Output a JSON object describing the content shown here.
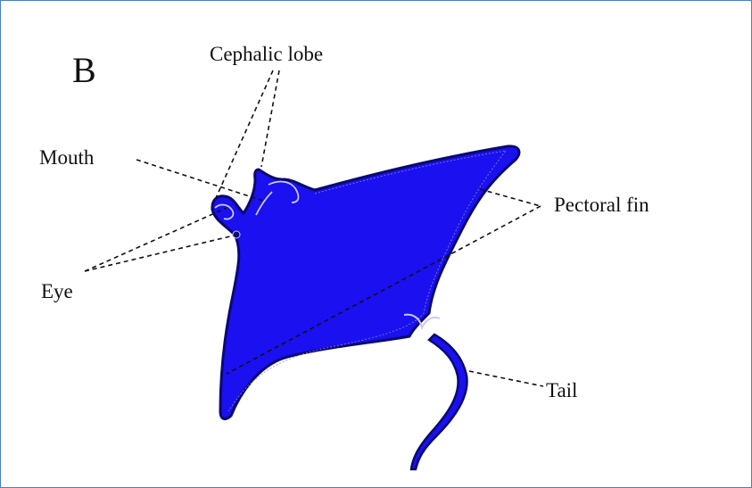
{
  "figure": {
    "panel_letter": "B",
    "labels": {
      "cephalic_lobe": "Cephalic lobe",
      "mouth": "Mouth",
      "pectoral_fin": "Pectoral fin",
      "eye": "Eye",
      "tail": "Tail"
    }
  },
  "colors": {
    "body_fill": "#1a10f0",
    "body_outline": "#0a0a6e",
    "line_color": "#111111",
    "frame_border": "#4a7fc1"
  }
}
